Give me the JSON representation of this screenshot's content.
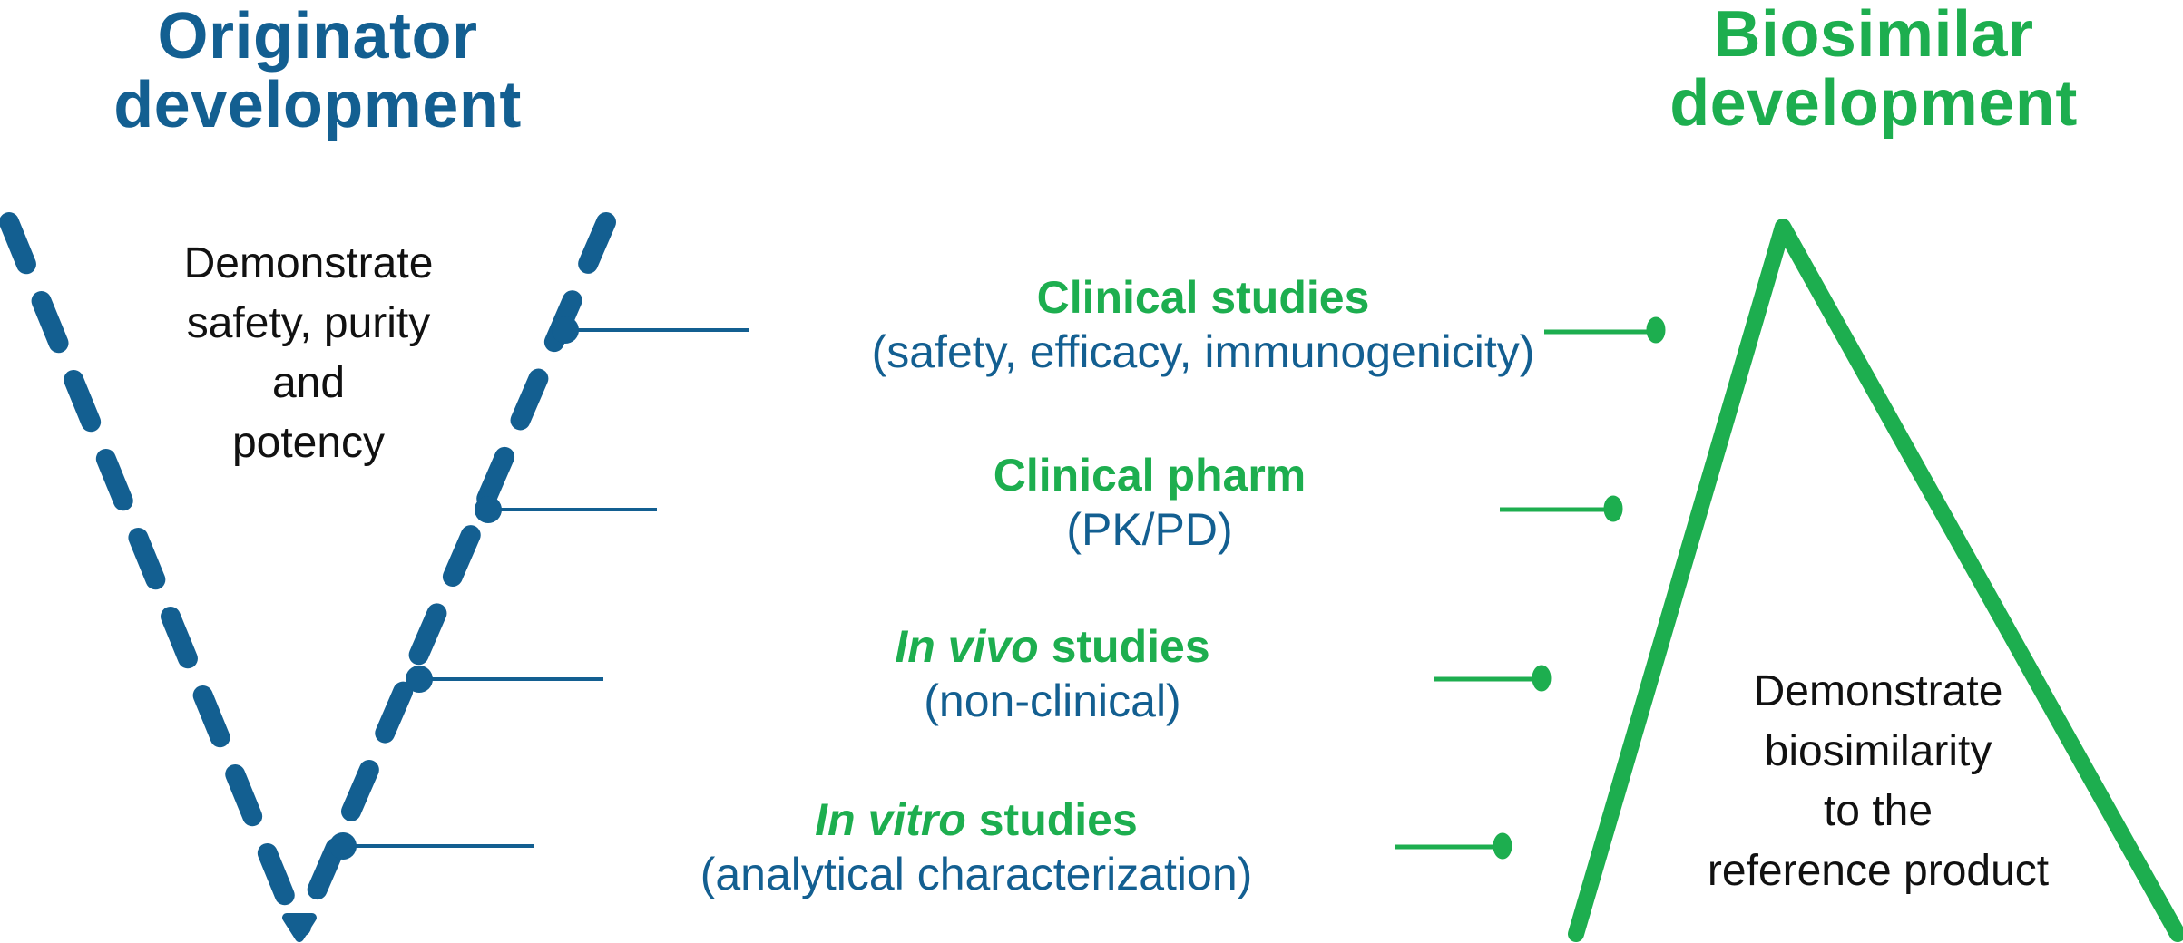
{
  "colors": {
    "originator": "#135f91",
    "biosimilar": "#1dae4f",
    "goal_text": "#111111"
  },
  "originator": {
    "title_line1": "Originator",
    "title_line2": "development",
    "goal_lines": [
      "Demonstrate",
      "safety, purity",
      "and",
      "potency"
    ],
    "shape": "dashed V (inverted triangle)"
  },
  "biosimilar": {
    "title_line1": "Biosimilar",
    "title_line2": "development",
    "goal_lines": [
      "Demonstrate",
      "biosimilarity",
      "to the",
      "reference product"
    ],
    "shape": "solid triangle (pyramid)"
  },
  "stages": [
    {
      "title_em": "",
      "title_rest": "Clinical studies",
      "subtitle": "(safety, efficacy, immunogenicity)"
    },
    {
      "title_em": "",
      "title_rest": "Clinical pharm",
      "subtitle": "(PK/PD)"
    },
    {
      "title_em": "In vivo",
      "title_rest": " studies",
      "subtitle": "(non-clinical)"
    },
    {
      "title_em": "In vitro",
      "title_rest": " studies",
      "subtitle": "(analytical characterization)"
    }
  ]
}
